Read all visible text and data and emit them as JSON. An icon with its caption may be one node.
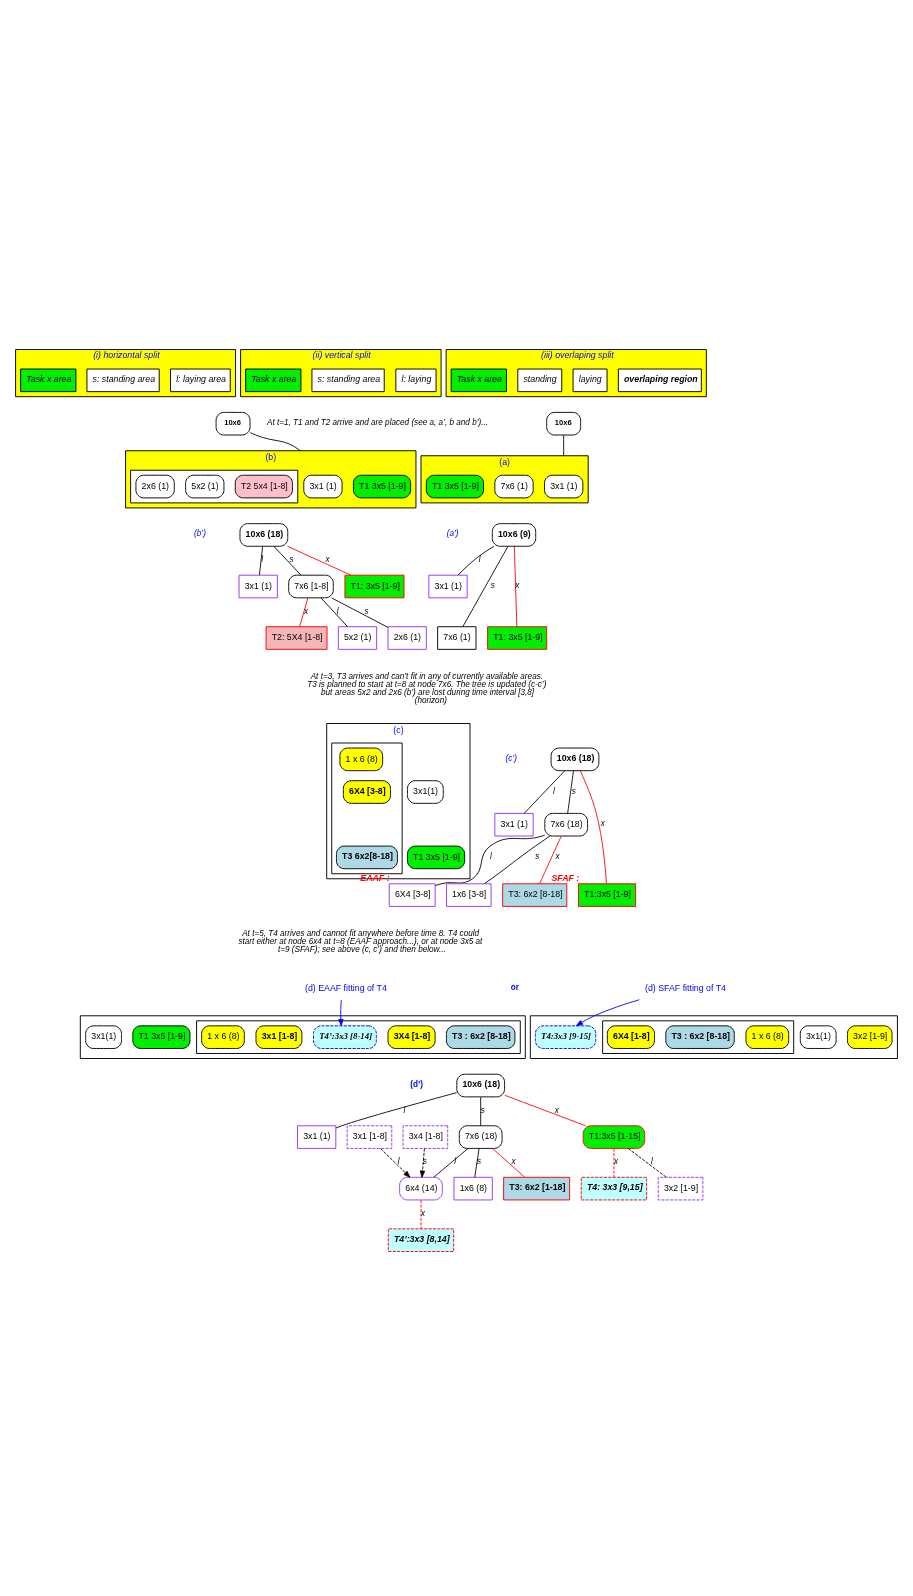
{
  "diagram": {
    "nodes": [
      {
        "text": [
          "(i) horizontal split"
        ]
      },
      {
        "text": [
          "l: laying area"
        ],
        "in": 0
      },
      {
        "text": [
          "Task x area"
        ],
        "in": 0
      },
      {
        "text": [
          "s: standing area"
        ],
        "in": 0
      },
      {
        "text": [
          "(ii) vertical split"
        ]
      },
      {
        "text": [
          "l: laying"
        ],
        "in": 4
      },
      {
        "text": [
          "Task x area"
        ],
        "in": 4
      },
      {
        "text": [
          "s: standing area"
        ],
        "in": 4
      },
      {
        "text": [
          "(iii) overlaping split"
        ]
      },
      {
        "text": [
          "laying"
        ],
        "in": 8
      },
      {
        "text": [
          "overlaping region"
        ],
        "in": 8
      },
      {
        "text": [
          "Task x area"
        ],
        "in": 8
      },
      {
        "text": [
          "standing"
        ],
        "in": 8
      },
      {
        "text": [
          "(a)"
        ]
      },
      {
        "text": [
          "3x1 (1)"
        ],
        "in": 13
      },
      {
        "text": [
          "T1 3x5 [1-9]"
        ],
        "in": 13
      },
      {
        "text": [
          "7x6 (1)"
        ],
        "in": 13
      },
      {
        "text": [
          "10x6"
        ]
      },
      {
        "text": [
          "(b)"
        ]
      },
      {
        "text": [
          "3x1 (1)"
        ],
        "in": 18
      },
      {
        "text": [
          "T1 3x5 [1-9]"
        ],
        "in": 18
      },
      {
        "text": [],
        "shape": "box",
        "in": 18
      },
      {
        "text": [
          "5x2 (1)"
        ],
        "in": 21
      },
      {
        "text": [
          "T2 5x4 [1-8]"
        ],
        "in": 21
      },
      {
        "text": [
          "2x6 (1)"
        ],
        "in": 21
      },
      {
        "text": [
          "10x6"
        ]
      },
      {
        "text": [
          "10x6 (9)"
        ]
      },
      {
        "text": [
          "3x1 (1)"
        ]
      },
      {
        "text": [
          "7x6 (1)"
        ]
      },
      {
        "text": [
          "T1: 3x5 [1-9]"
        ]
      },
      {
        "text": [
          "10x6 (18)"
        ]
      },
      {
        "text": [
          "3x1 (1)"
        ]
      },
      {
        "text": [
          "7x6 [1-8]"
        ]
      },
      {
        "text": [
          "T1: 3x5 [1-9]"
        ]
      },
      {
        "text": [
          "5x2 (1)"
        ]
      },
      {
        "text": [
          "2x6 (1)"
        ]
      },
      {
        "text": [
          "T2: 5X4 [1-8]"
        ]
      },
      {
        "text": [
          "(c)"
        ]
      },
      {
        "text": [
          "3x1(1)"
        ],
        "in": 37
      },
      {
        "text": [
          "T1 3x5 [1-9]"
        ],
        "in": 37
      },
      {
        "text": [],
        "shape": "box",
        "in": 37
      },
      {
        "text": [
          "6X4 [3-8]"
        ],
        "in": 40
      },
      {
        "text": [
          "T3 6x2[8-18]"
        ],
        "in": 40
      },
      {
        "text": [
          "1 x 6 (8)"
        ],
        "in": 40
      },
      {
        "text": [
          "10x6 (18)"
        ]
      },
      {
        "text": [
          "3x1 (1)"
        ]
      },
      {
        "text": [
          "7x6 (18)"
        ]
      },
      {
        "text": [
          "T1:3x5 [1-9]"
        ],
        "beside": [
          "SFAF :"
        ]
      },
      {
        "text": [
          "6X4 [3-8]"
        ],
        "beside": [
          "EAAF :"
        ]
      },
      {
        "text": [
          "1x6 [3-8]"
        ]
      },
      {
        "text": [
          "T3: 6x2 [8-18]"
        ]
      },
      {
        "text": [],
        "shape": "box"
      },
      {
        "text": [
          "3x1(1)"
        ],
        "in": 51
      },
      {
        "text": [
          "T1 3x5 [1-9]"
        ],
        "in": 51
      },
      {
        "text": [],
        "shape": "box",
        "in": 51
      },
      {
        "text": [
          "3x1 [1-8]"
        ],
        "in": 54
      },
      {
        "text": [
          "T4’:3x3 [8-14]"
        ],
        "in": 54
      },
      {
        "text": [
          "3X4 [1-8]"
        ],
        "in": 54
      },
      {
        "text": [
          "T3 : 6x2 [8-18]"
        ],
        "in": 54
      },
      {
        "text": [
          "1 x 6 (8)"
        ],
        "in": 54
      },
      {
        "text": [
          "(d) EAAF fitting of T4"
        ]
      },
      {
        "text": [
          "(d) SFAF fitting of T4"
        ]
      },
      {
        "text": [],
        "shape": "box"
      },
      {
        "text": [
          "3x1(1)"
        ],
        "in": 62
      },
      {
        "text": [
          "3x2 [1-9]"
        ],
        "in": 62
      },
      {
        "text": [
          "T4:3x3 [9-15]"
        ],
        "in": 62
      },
      {
        "text": [],
        "shape": "box",
        "in": 62
      },
      {
        "text": [
          "6X4 [1-8]"
        ],
        "in": 66
      },
      {
        "text": [
          "T3 : 6x2 [8-18]"
        ],
        "in": 66
      },
      {
        "text": [
          "1 x 6 (8)"
        ],
        "in": 66
      },
      {
        "text": [
          "10x6 (18)"
        ]
      },
      {
        "text": [
          "3x1 (1)"
        ]
      },
      {
        "text": [
          "7x6 (18)"
        ]
      },
      {
        "text": [
          "T1:3x5 [1-15]"
        ]
      },
      {
        "text": [
          "3x2 [1-9]"
        ]
      },
      {
        "text": [
          "T4: 3x3 [9,15]"
        ]
      },
      {
        "text": [
          "6x4 (14)"
        ]
      },
      {
        "text": [
          "T3: 6x2 [1-18]"
        ]
      },
      {
        "text": [
          "1x6 (8)"
        ]
      },
      {
        "text": [
          "T4’:3x3 [8,14]"
        ]
      },
      {
        "text": [
          "3x1 [1-8]"
        ]
      },
      {
        "text": [
          "3x4 [1-8]"
        ]
      }
    ],
    "edges": [
      {
        "from": 17,
        "to": 13,
        "arrow": "none"
      },
      {
        "from": 25,
        "to": 18,
        "arrow": "none"
      },
      {
        "from": 26,
        "to": 27,
        "arrow": "none",
        "label": "l"
      },
      {
        "from": 26,
        "to": 28,
        "arrow": "none",
        "label": "s"
      },
      {
        "from": 26,
        "to": 29,
        "arrow": "none",
        "label": "x",
        "color": "#ff0000"
      },
      {
        "from": 30,
        "to": 31,
        "arrow": "none",
        "label": "l"
      },
      {
        "from": 30,
        "to": 32,
        "arrow": "none",
        "label": "s"
      },
      {
        "from": 30,
        "to": 33,
        "arrow": "none",
        "label": "x",
        "color": "#ff0000"
      },
      {
        "from": 32,
        "to": 34,
        "arrow": "none",
        "label": "l"
      },
      {
        "from": 32,
        "to": 35,
        "arrow": "none",
        "label": "s"
      },
      {
        "from": 32,
        "to": 36,
        "arrow": "none",
        "label": "x",
        "color": "#ff0000"
      },
      {
        "from": 44,
        "to": 45,
        "arrow": "none",
        "label": "l"
      },
      {
        "from": 44,
        "to": 46,
        "arrow": "none",
        "label": "s"
      },
      {
        "from": 44,
        "to": 47,
        "arrow": "none",
        "label": "x",
        "color": "#ff0000"
      },
      {
        "from": 46,
        "to": 48,
        "arrow": "none",
        "label": "l"
      },
      {
        "from": 46,
        "to": 49,
        "arrow": "none",
        "label": "s"
      },
      {
        "from": 46,
        "to": 50,
        "arrow": "none",
        "label": "x",
        "color": "#ff0000"
      },
      {
        "from": 60,
        "to": 56,
        "arrow": "to",
        "color": "#0000ff"
      },
      {
        "from": 61,
        "to": 65,
        "arrow": "to",
        "color": "#0000ff"
      },
      {
        "from": 70,
        "to": 71,
        "arrow": "none",
        "label": "l"
      },
      {
        "from": 70,
        "to": 72,
        "arrow": "none",
        "label": "s"
      },
      {
        "from": 70,
        "to": 73,
        "arrow": "none",
        "label": "x",
        "color": "#ff0000"
      },
      {
        "from": 73,
        "to": 74,
        "arrow": "none",
        "label": "l",
        "style": "dashed"
      },
      {
        "from": 73,
        "to": 75,
        "arrow": "none",
        "label": "x",
        "style": "dashed",
        "color": "#ff0000"
      },
      {
        "from": 72,
        "to": 76,
        "arrow": "none",
        "label": "l"
      },
      {
        "from": 72,
        "to": 78,
        "arrow": "none",
        "label": "s"
      },
      {
        "from": 72,
        "to": 77,
        "arrow": "none",
        "label": "x",
        "color": "#ff0000"
      },
      {
        "from": 76,
        "to": 79,
        "arrow": "none",
        "label": "x",
        "style": "dashed",
        "color": "#ff0000"
      },
      {
        "from": 80,
        "to": 76,
        "arrow": "to",
        "label": "l",
        "style": "dashed"
      },
      {
        "from": 81,
        "to": 76,
        "arrow": "to",
        "label": "s",
        "style": "dashed"
      }
    ],
    "labels": [
      "At t=1, T1 and T2 arrive and are placed (see a, a’, b and b’)...",
      "(a’)",
      "(b’)",
      "At t=3, T3 arrives and can’t fit in any of currently available areas. T3 is planned to start at t=8 at node 7x6. The tree is updated (c-c’) but areas 5x2 and 2x6 (b’) are lost during time interval [3,8] (horizon)",
      "(c’)",
      "At t=5, T4 arrives and cannot fit anywhere before time 8. T4 could start either at node 6x4 at t=8 (EAAF approach...), or at node 3x5 at t=9 (SFAF); see above (c, c’) and then below...",
      "or",
      "(d’)"
    ]
  }
}
